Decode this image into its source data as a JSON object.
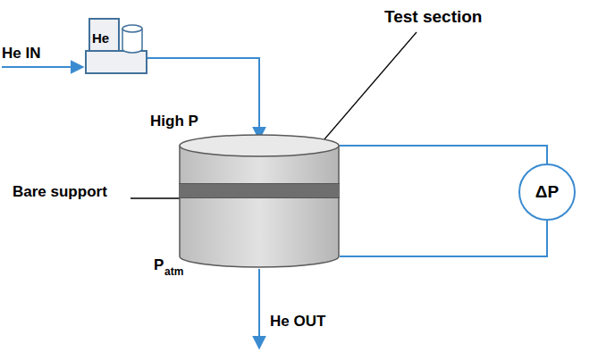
{
  "diagram": {
    "nodes": [
      {
        "text": [
          "He"
        ]
      },
      {
        "text": [
          "Test section"
        ]
      },
      {
        "text": [
          "Bare support"
        ],
        "in": 1
      },
      {
        "text": [
          "ΔP"
        ]
      }
    ],
    "edges": [
      {
        "from": 0,
        "to": 1,
        "arrow": "to"
      },
      {
        "from": 1,
        "to": 3,
        "arrow": "none"
      },
      {
        "from": 1,
        "to": 3,
        "arrow": "none"
      }
    ],
    "labels": [
      "He IN",
      "High P",
      "P",
      "atm",
      "He OUT"
    ]
  }
}
